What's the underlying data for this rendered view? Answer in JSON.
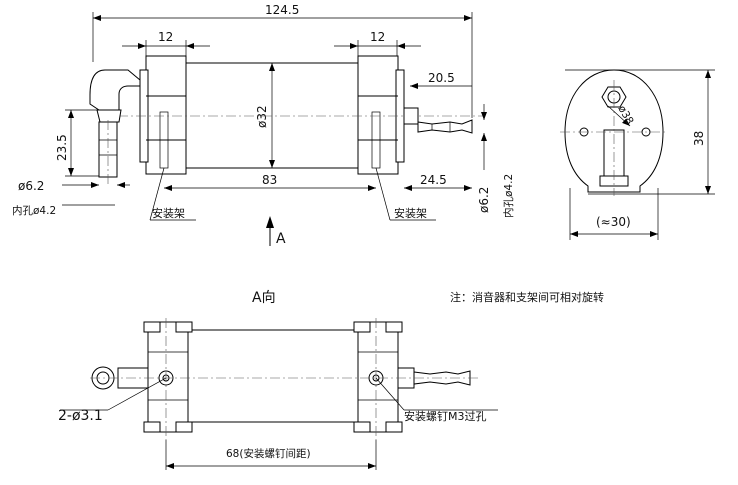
{
  "dimensions": {
    "overall_length": "124.5",
    "bracket_width_left": "12",
    "bracket_width_right": "12",
    "diameter_body": "ø32",
    "length_83": "83",
    "right_offset": "20.5",
    "right_length": "24.5",
    "left_height": "23.5",
    "left_pipe_od": "ø6.2",
    "left_pipe_id": "内孔ø4.2",
    "right_pipe_od": "ø6.2",
    "right_pipe_id": "内孔ø4.2",
    "end_height": "38",
    "end_width": "(≈30)",
    "end_diam": "ø38",
    "hole_spacing": "68(安装螺钉间距)",
    "hole_label": "2-ø3.1"
  },
  "labels": {
    "bracket_left": "安装架",
    "bracket_right": "安装架",
    "view_arrow": "A",
    "view_title": "A向",
    "note": "注：消音器和支架间可相对旋转",
    "screw_hole": "安装螺钉M3过孔"
  }
}
